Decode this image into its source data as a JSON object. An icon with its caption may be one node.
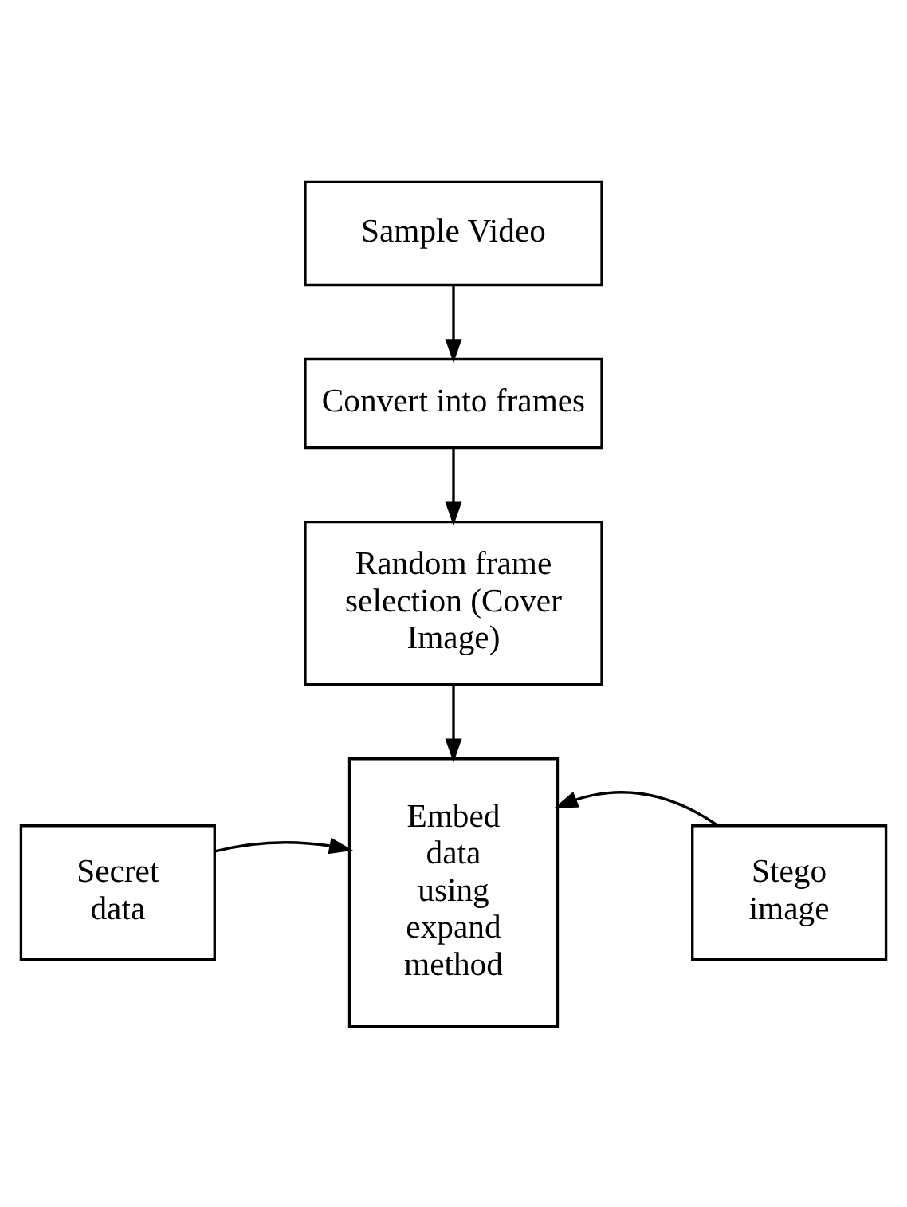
{
  "diagram": {
    "nodes": [
      {
        "text": [
          "Sample Video"
        ]
      },
      {
        "text": [
          "Convert into frames"
        ]
      },
      {
        "text": [
          "Random frame selection (Cover Image)"
        ]
      },
      {
        "text": [
          "Secret data"
        ]
      },
      {
        "text": [
          "Embed data using expand method"
        ]
      },
      {
        "text": [
          "Stego image"
        ]
      }
    ],
    "edges": [
      {
        "from": 0,
        "to": 1,
        "arrow": "to"
      },
      {
        "from": 1,
        "to": 2,
        "arrow": "to"
      },
      {
        "from": 2,
        "to": 4,
        "arrow": "to"
      },
      {
        "from": 3,
        "to": 4,
        "arrow": "to"
      },
      {
        "from": 5,
        "to": 4,
        "arrow": "to"
      }
    ]
  }
}
